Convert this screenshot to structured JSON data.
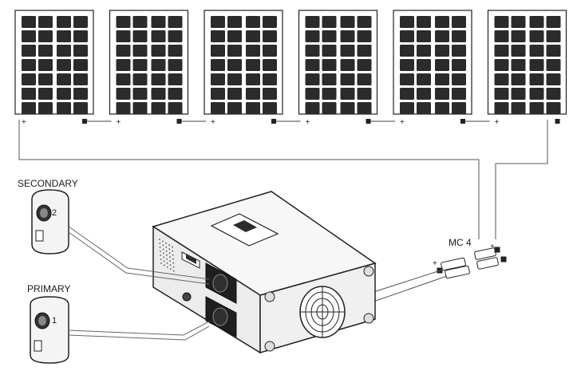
{
  "labels": {
    "secondary": "SECONDARY",
    "primary": "PRIMARY",
    "connector": "MC 4",
    "tank_secondary_num": "2",
    "tank_primary_num": "1"
  },
  "panels": [
    {
      "plus": "+"
    },
    {
      "plus": "+"
    },
    {
      "plus": "+"
    },
    {
      "plus": "+"
    },
    {
      "plus": "+"
    },
    {
      "plus": "+"
    }
  ],
  "connector_signs": {
    "plus_left": "+",
    "plus_right": "+"
  },
  "colors": {
    "line": "#333333",
    "cell": "#2b2b2b",
    "panel_bg": "#ffffff",
    "device_body": "#f2f2f2",
    "device_dark": "#3a3a3a"
  }
}
